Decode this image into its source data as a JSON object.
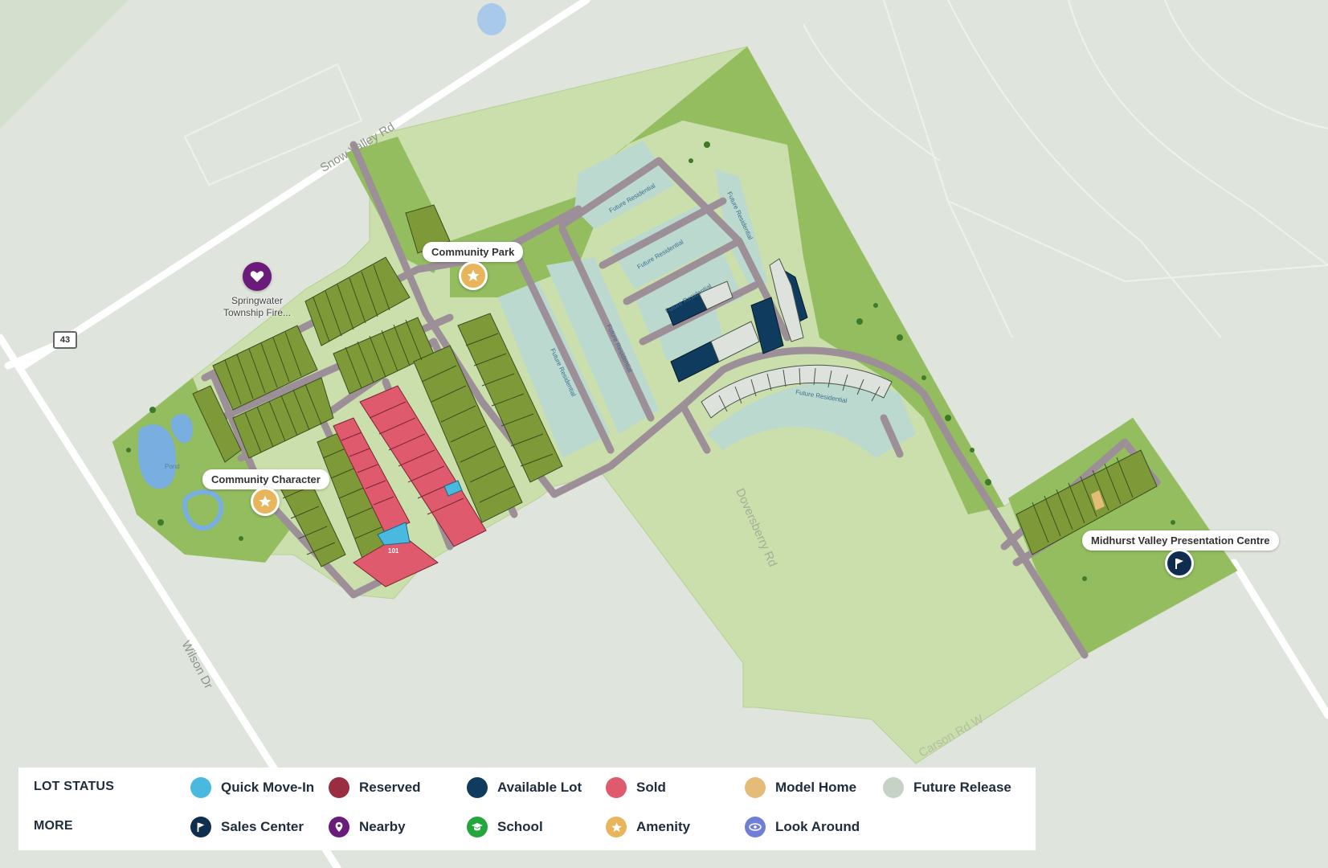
{
  "colors": {
    "quick_move_in": "#4ab9df",
    "reserved": "#9a2d41",
    "available": "#0f3b5f",
    "sold": "#e05a6e",
    "model_home": "#e4bc78",
    "future_release": "#c6d2c6",
    "sales_center": "#0f2e4f",
    "nearby": "#6b1b7a",
    "school": "#23a73c",
    "amenity": "#e8b45c",
    "look_around": "#6f7fd6",
    "homesite": "#7e9a38",
    "future_residential_area": "#bcd9cf",
    "park": "#94be62",
    "site_boundary": "#c7dca6",
    "street": "#9c8f97",
    "background": "#dfe5dc",
    "road": "#ffffff"
  },
  "roads": {
    "snow_valley": "Snow Valley Rd",
    "wilson": "Wilson Dr",
    "doversberry": "Doversberry Rd",
    "carson": "Carson Rd W",
    "highway_shield": "43"
  },
  "map": {
    "callouts": {
      "community_park": "Community Park",
      "community_character": "Community Character",
      "presentation_centre": "Midhurst Valley Presentation Centre"
    },
    "nearby_poi": "Springwater Township Fire...",
    "lot_number": "101",
    "future_residential_label": "Future Residential",
    "pond_label": "Pond"
  },
  "legend": {
    "lot_status_title": "LOT STATUS",
    "more_title": "MORE",
    "lot_status": [
      {
        "label": "Quick Move-In",
        "icon": "quick-move-in-dot"
      },
      {
        "label": "Reserved",
        "icon": "reserved-dot"
      },
      {
        "label": "Available Lot",
        "icon": "available-lot-dot"
      },
      {
        "label": "Sold",
        "icon": "sold-dot"
      },
      {
        "label": "Model Home",
        "icon": "model-home-dot"
      },
      {
        "label": "Future Release",
        "icon": "future-release-dot"
      }
    ],
    "more": [
      {
        "label": "Sales Center",
        "icon": "flag-icon"
      },
      {
        "label": "Nearby",
        "icon": "location-pin-icon"
      },
      {
        "label": "School",
        "icon": "graduation-cap-icon"
      },
      {
        "label": "Amenity",
        "icon": "star-icon"
      },
      {
        "label": "Look Around",
        "icon": "360-view-icon"
      }
    ]
  }
}
